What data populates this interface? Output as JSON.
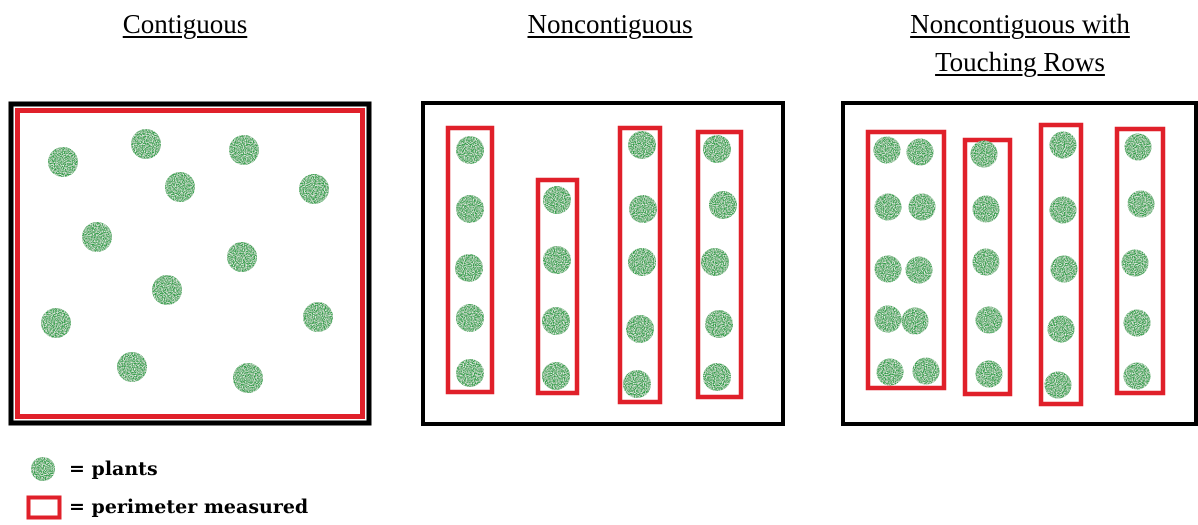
{
  "panels": [
    {
      "title_lines": [
        "Contiguous"
      ]
    },
    {
      "title_lines": [
        "Noncontiguous"
      ]
    },
    {
      "title_lines": [
        "Noncontiguous with",
        "Touching Rows"
      ]
    }
  ],
  "legend": {
    "plants_label": "= plants",
    "perimeter_label": "= perimeter measured"
  },
  "colors": {
    "plant": "#2f9e47",
    "perimeter": "#e0202a",
    "border": "#000000"
  },
  "icons": {
    "plant": "plant-icon",
    "perimeter": "perimeter-icon"
  }
}
